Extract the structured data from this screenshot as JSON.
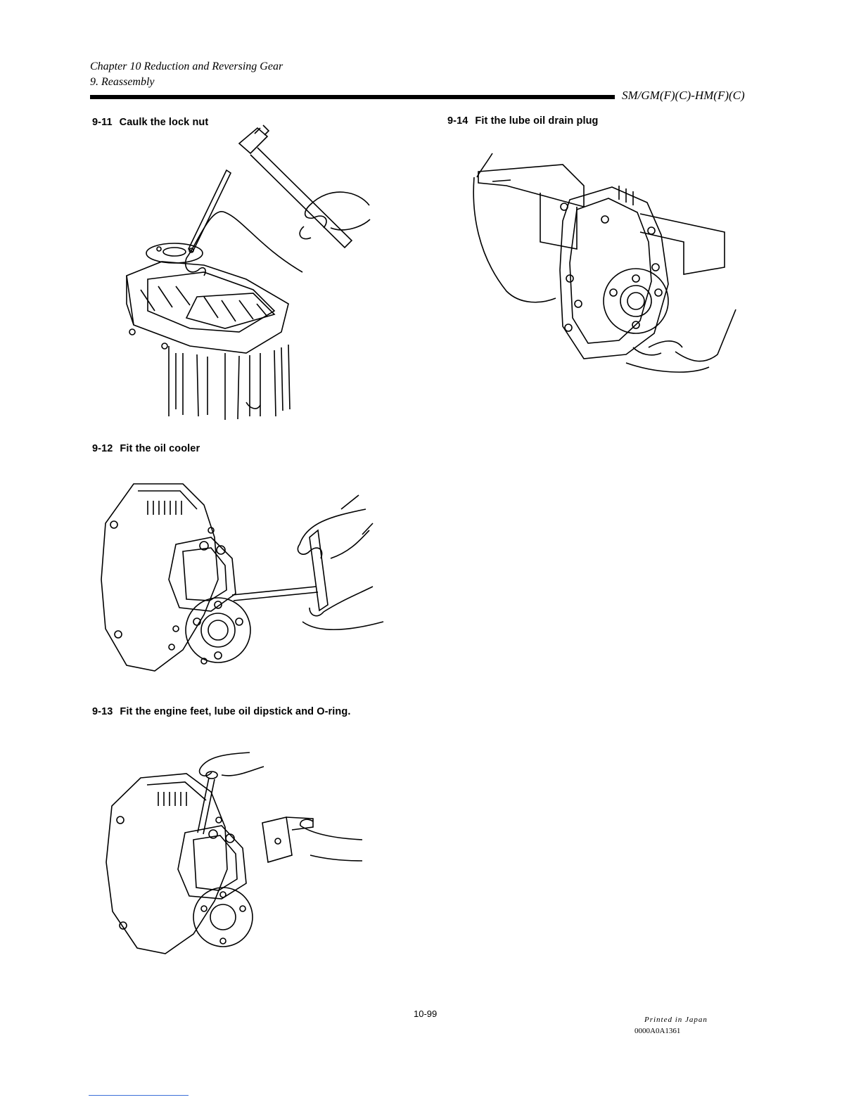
{
  "header": {
    "chapter": "Chapter 10 Reduction and Reversing Gear",
    "section": "9. Reassembly",
    "model": "SM/GM(F)(C)-HM(F)(C)"
  },
  "steps": [
    {
      "num": "9-11",
      "text": "Caulk the lock nut"
    },
    {
      "num": "9-12",
      "text": "Fit the oil cooler"
    },
    {
      "num": "9-13",
      "text": "Fit the engine feet, lube oil dipstick and O-ring."
    },
    {
      "num": "9-14",
      "text": "Fit the lube oil drain plug"
    }
  ],
  "footer": {
    "page_number": "10-99",
    "printed": "Printed in Japan",
    "code": "0000A0A1361"
  }
}
